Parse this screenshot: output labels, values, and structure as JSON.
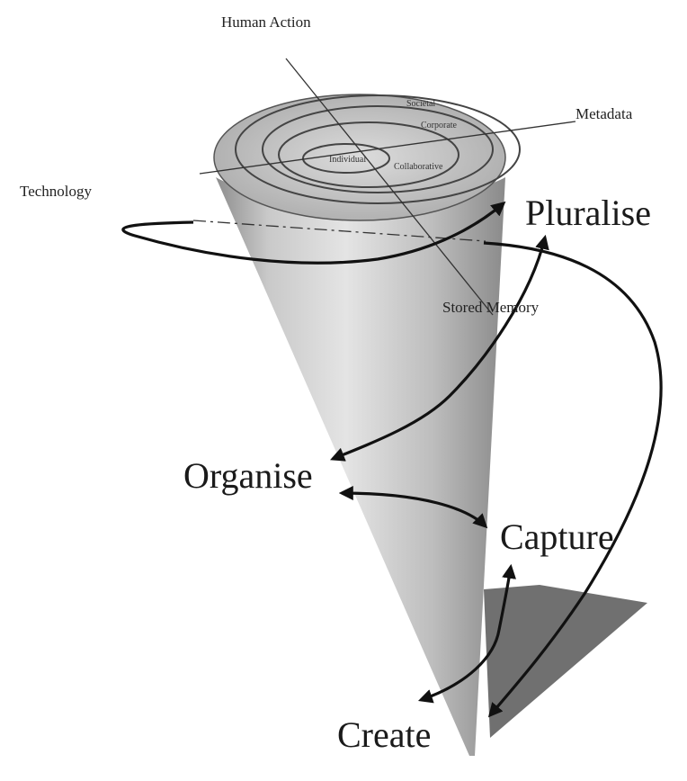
{
  "diagram": {
    "axis_labels": {
      "human_action": "Human Action",
      "metadata": "Metadata",
      "technology": "Technology",
      "stored_memory": "Stored Memory"
    },
    "ring_labels": {
      "societal": "Societal",
      "corporate": "Corporate",
      "individual": "Individual",
      "collaborative": "Collaborative"
    },
    "stages": {
      "pluralise": "Pluralise",
      "organise": "Organise",
      "capture": "Capture",
      "create": "Create"
    },
    "colors": {
      "background": "#ffffff",
      "cone_light": "#e6e6e6",
      "cone_mid": "#b9b9b9",
      "cone_dark": "#8a8a8a",
      "shadow": "#6f6f6f",
      "arrow": "#111111",
      "text": "#1a1a1a"
    }
  }
}
